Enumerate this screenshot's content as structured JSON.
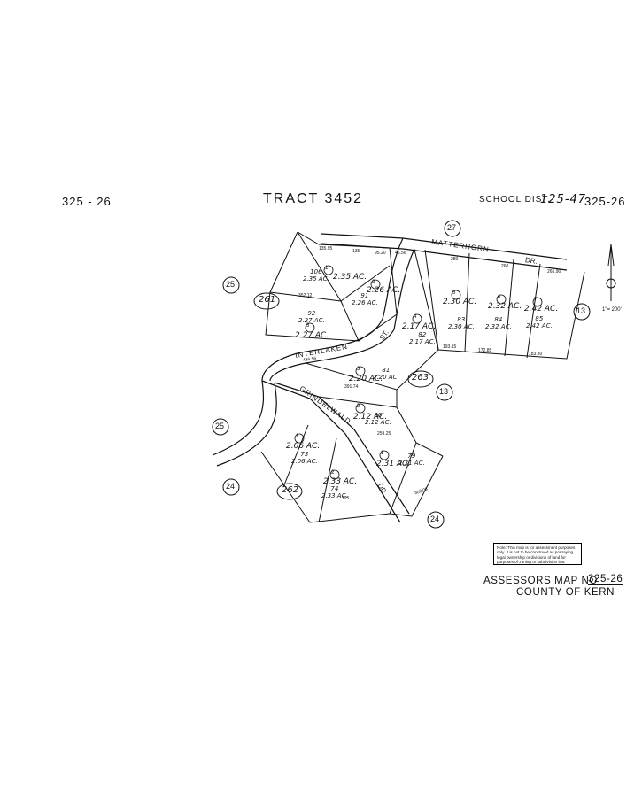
{
  "header": {
    "book_page_left": "325 - 26",
    "title": "TRACT 3452",
    "school_dist_label": "SCHOOL DIST.",
    "school_dist_value": "125-47",
    "book_page_right": "325-26"
  },
  "streets": {
    "matterhorn": "MATTERHORN",
    "matterhorn_suffix": "DR.",
    "interlaken": "INTERLAKEN",
    "interlaken_suffix": "ST.",
    "grindelwald": "GRINDELWALD",
    "grindelwald_suffix": "DR."
  },
  "circled_refs": [
    "27",
    "25",
    "261",
    "13",
    "263",
    "13",
    "25",
    "24",
    "262",
    "24"
  ],
  "parcels": [
    {
      "lot": "1",
      "acres": "2.35 AC.",
      "parcel": "106",
      "sub": "2.35 AC."
    },
    {
      "lot": "2",
      "acres": "2.26 AC.",
      "parcel": "91",
      "sub": "2.26 AC."
    },
    {
      "lot": "3",
      "acres": "2.27 AC.",
      "parcel": "92",
      "sub": "2.27 AC."
    },
    {
      "lot": "4",
      "acres": "2.17 AC.",
      "parcel": "82",
      "sub": "2.17 AC."
    },
    {
      "lot": "5",
      "acres": "2.30 AC.",
      "parcel": "83",
      "sub": "2.30 AC."
    },
    {
      "lot": "6",
      "acres": "2.32 AC.",
      "parcel": "84",
      "sub": "2.32 AC."
    },
    {
      "lot": "7",
      "acres": "2.42 AC.",
      "parcel": "85",
      "sub": "2.42 AC."
    },
    {
      "lot": "3",
      "acres": "2.20 AC.",
      "parcel": "81",
      "sub": "2.20 AC."
    },
    {
      "lot": "2",
      "acres": "2.12 AC.",
      "parcel": "80",
      "sub": "2.12 AC."
    },
    {
      "lot": "1",
      "acres": "2.06 AC.",
      "parcel": "73",
      "sub": "2.06 AC."
    },
    {
      "lot": "1",
      "acres": "2.31 AC.",
      "parcel": "79",
      "sub": "2.31 AC."
    },
    {
      "lot": "2",
      "acres": "2.33 AC.",
      "parcel": "74",
      "sub": "2.33 AC."
    }
  ],
  "dimensions": [
    "135.95",
    "135",
    "95.20",
    "46.56",
    "352.12",
    "280",
    "260",
    "265.90",
    "193.15",
    "172.85",
    "183.30",
    "436.56",
    "391.74",
    "259.25",
    "309.08",
    "125"
  ],
  "scale": "1\"= 200'",
  "note": "Note: This map is for assessment purposes only. It is not to be construed as portraying legal ownership or divisions of land for purposes of zoning or subdivision law.",
  "footer": {
    "map_no_label": "ASSESSORS MAP NO.",
    "map_no_value": "325-26",
    "county": "COUNTY OF KERN"
  }
}
